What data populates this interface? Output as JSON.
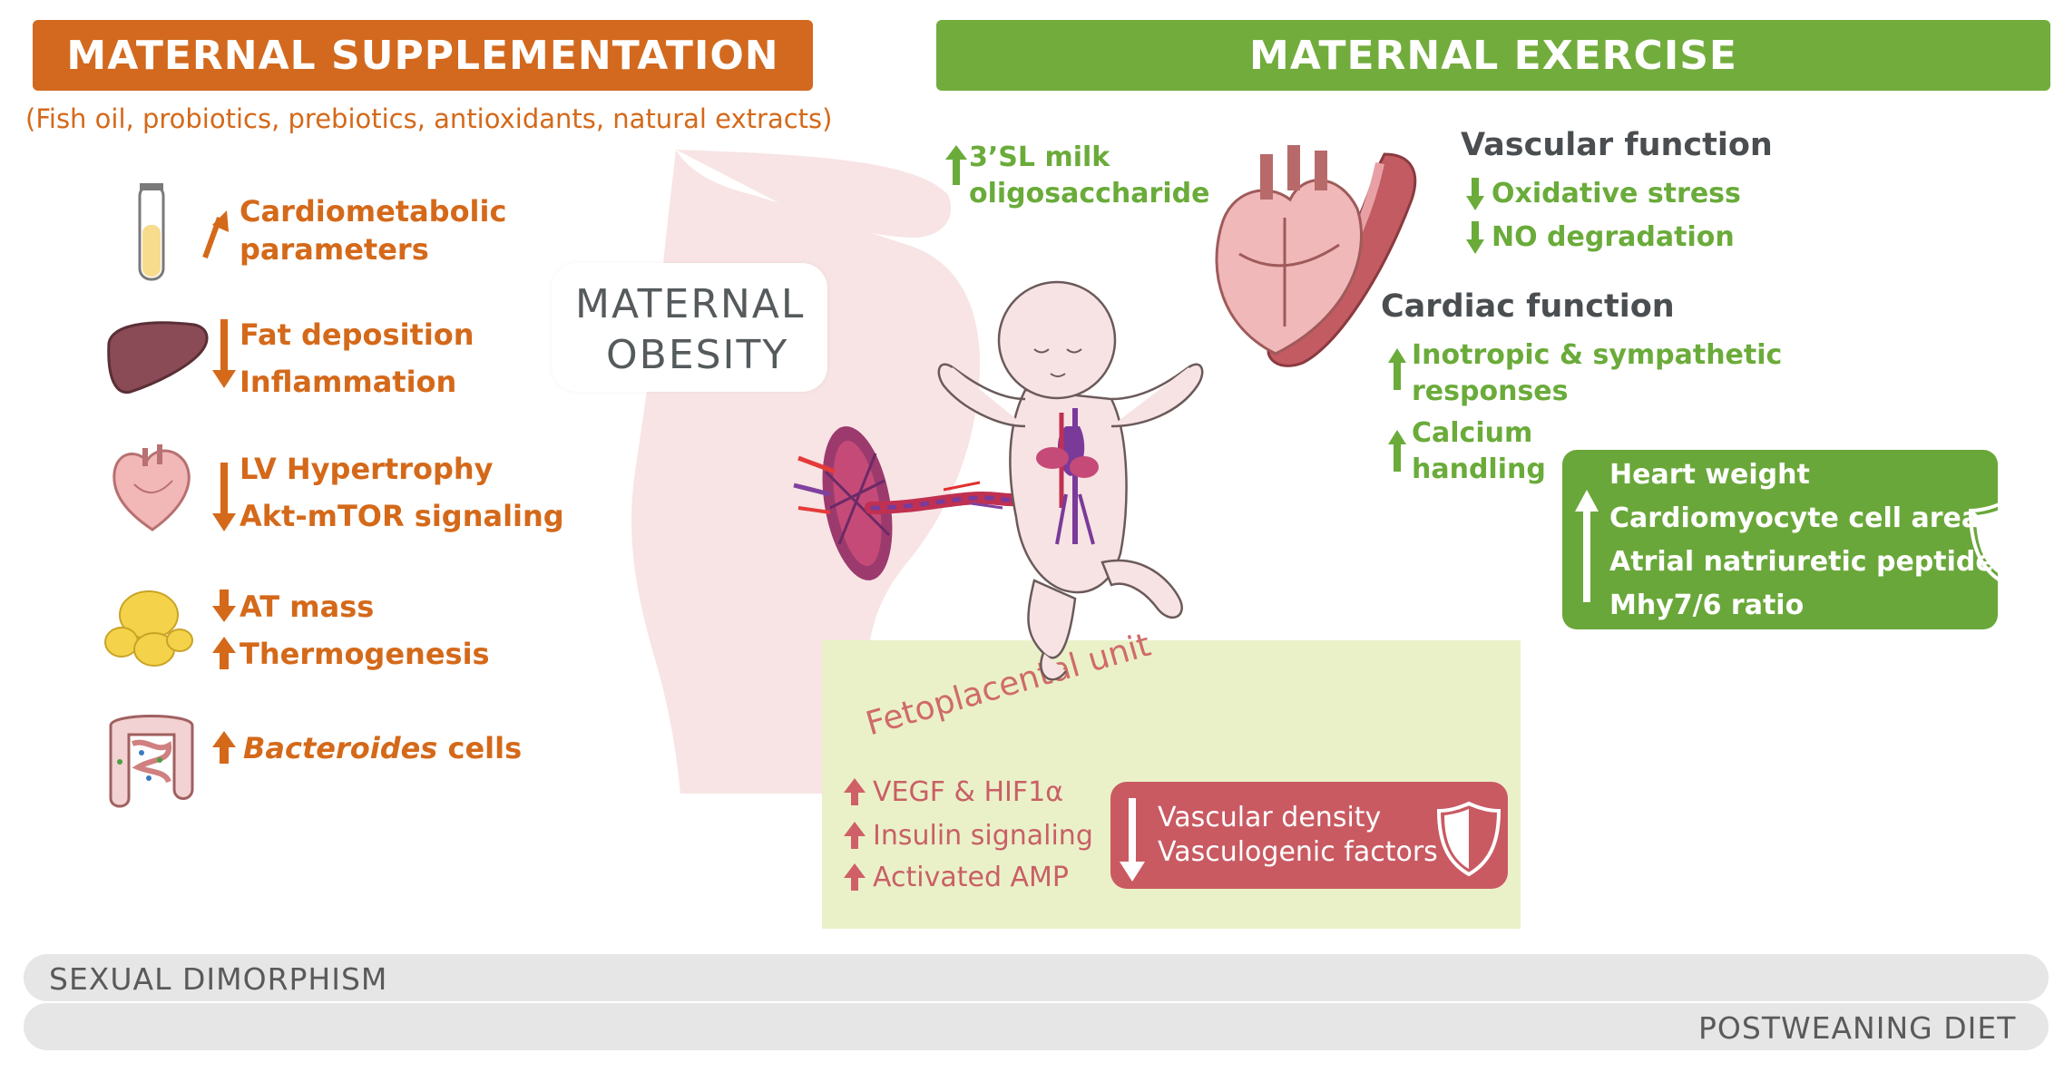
{
  "supplementation": {
    "title": "MATERNAL SUPPLEMENTATION",
    "subtitle": "(Fish oil, probiotics, prebiotics, antioxidants, natural extracts)",
    "items": [
      {
        "icon": "blood-tube-icon",
        "line1": "Cardiometabolic",
        "line2": "parameters"
      },
      {
        "icon": "liver-icon",
        "line1": "Fat deposition",
        "line2": "Inflammation"
      },
      {
        "icon": "heart-icon",
        "line1": "LV Hypertrophy",
        "line2": "Akt-mTOR signaling"
      },
      {
        "icon": "adipose-icon",
        "line1": "AT mass",
        "line2": "Thermogenesis"
      },
      {
        "icon": "intestine-icon",
        "line1_italic": "Bacteroides",
        "line1_rest": " cells"
      }
    ]
  },
  "exercise": {
    "title": "MATERNAL EXERCISE",
    "milk_line1": "3’SL milk",
    "milk_line2": "oligosaccharide",
    "vascular_title": "Vascular function",
    "vascular_items": [
      "Oxidative stress",
      "NO degradation"
    ],
    "cardiac_title": "Cardiac function",
    "cardiac_item1_line1": "Inotropic & sympathetic",
    "cardiac_item1_line2": "responses",
    "cardiac_item2_line1": "Calcium",
    "cardiac_item2_line2": "handling",
    "protected_box": [
      "Heart weight",
      "Cardiomyocyte cell area",
      "Atrial natriuretic peptide",
      "Mhy7/6 ratio"
    ]
  },
  "center": {
    "obesity_line1": "MATERNAL",
    "obesity_line2": "OBESITY"
  },
  "fetoplacental": {
    "title": "Fetoplacental unit",
    "items": [
      "VEGF & HIF1α",
      "Insulin signaling",
      "Activated AMP"
    ],
    "box": [
      "Vascular density",
      "Vasculogenic factors"
    ]
  },
  "bars": {
    "top": "SEXUAL DIMORPHISM",
    "bottom": "POSTWEANING DIET"
  },
  "colors": {
    "orange": "#d4691a",
    "green": "#6aab3a",
    "pink": "#c85a62",
    "light_green": "#eaf1c8",
    "body_pink": "#f8e4e4"
  }
}
